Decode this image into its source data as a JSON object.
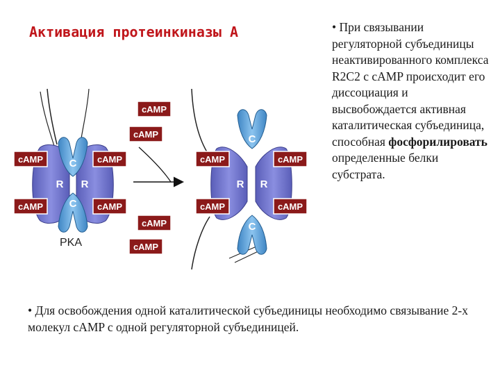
{
  "title": "Активация протеинкиназы А",
  "side_text": {
    "bullet": "•",
    "part1": "При связывании регуляторной субъединицы неактивированного комплекса R2C2 с cAMP происходит его диссоциация и высвобождается активная каталитическая субъединица, способная",
    "bold": "фосфорилировать",
    "part2": "определенные белки субстрата."
  },
  "bottom_text": "• Для освобождения одной каталитической субъединицы необходимо связывание 2-х молекул cAMP с одной регуляторной субъединицей.",
  "diagram": {
    "camp_label": "cAMP",
    "catalytic_label": "C",
    "regulatory_label": "R",
    "pka_label": "PKA"
  },
  "colors": {
    "title": "#c0161b",
    "camp_box": "#8b1a1a",
    "regulatory": "#6f73c8",
    "catalytic": "#5b9fd6"
  }
}
